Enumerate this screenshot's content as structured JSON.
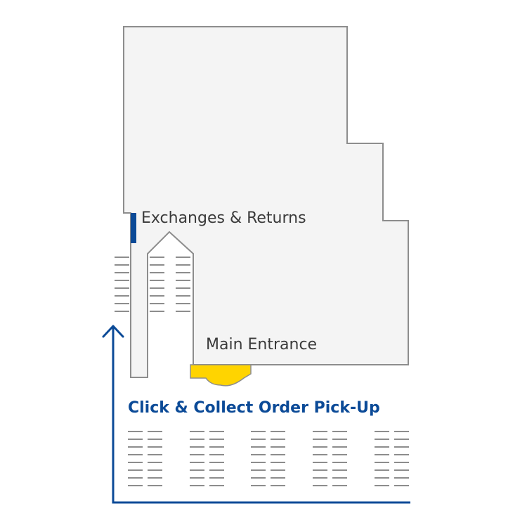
{
  "labels": {
    "returns": "Exchanges & Returns",
    "entrance": "Main Entrance",
    "pickup": "Click & Collect Order Pick-Up"
  },
  "colors": {
    "building_fill": "#f4f4f4",
    "building_stroke": "#8d8d8d",
    "parking_lines": "#8d8d8d",
    "route_blue": "#0b4a97",
    "returns_marker": "#0b4a97",
    "entrance_marker": "#ffd400",
    "label_dark": "#3a3a3a"
  },
  "icons": {
    "route_arrow": "arrow-up-icon"
  }
}
